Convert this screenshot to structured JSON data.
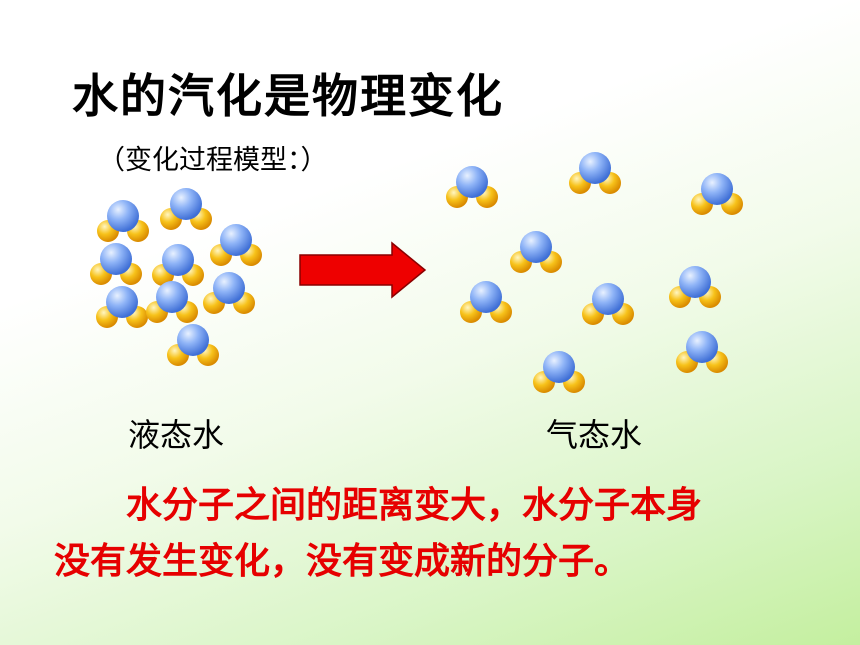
{
  "title": "水的汽化是物理变化",
  "subtitle": "（变化过程模型：）",
  "labels": {
    "liquid": "液态水",
    "gas": "气态水"
  },
  "conclusion": {
    "line1": "水分子之间的距离变大，水分子本身",
    "line2": "没有发生变化，没有变成新的分子。"
  },
  "colors": {
    "oxygen": "#6f9bf0",
    "hydrogen": "#f5b400",
    "arrow": "#ee0000",
    "text_red": "#e60000"
  }
}
